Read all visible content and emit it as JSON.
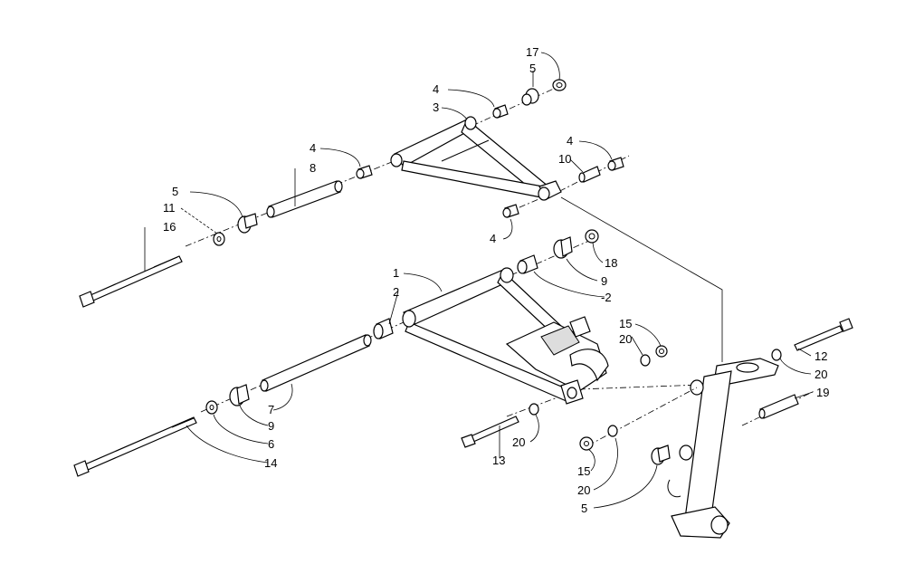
{
  "callouts": {
    "c17": "17",
    "c5a": "5",
    "c4a": "4",
    "c3": "3",
    "c4b": "4",
    "c8": "8",
    "c4c": "4",
    "c10": "10",
    "c5b": "5",
    "c11": "11",
    "c16": "16",
    "c4d": "4",
    "c18": "18",
    "c9a": "9",
    "c2a": "-2",
    "c1": "1",
    "c2b": "2",
    "c15a": "15",
    "c20a": "20",
    "c12": "12",
    "c20b": "20",
    "c19": "19",
    "c7": "7",
    "c9b": "9",
    "c6": "6",
    "c14": "14",
    "c20c": "20",
    "c13": "13",
    "c15b": "15",
    "c20d": "20",
    "c5c": "5"
  }
}
